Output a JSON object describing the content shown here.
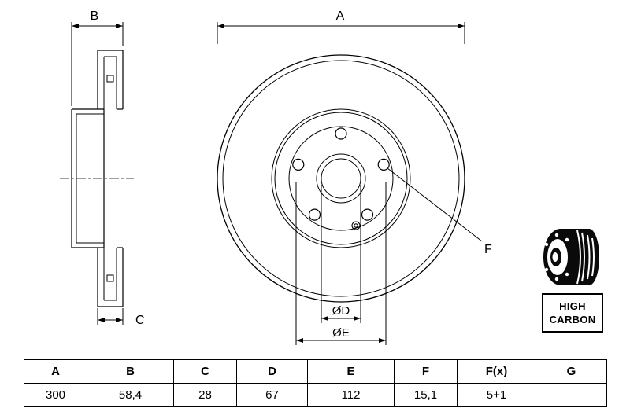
{
  "drawing": {
    "labels": {
      "a": "A",
      "b": "B",
      "c": "C",
      "d": "ØD",
      "e": "ØE",
      "f": "F"
    },
    "badge": {
      "line1": "HIGH",
      "line2": "CARBON"
    }
  },
  "table": {
    "headers": [
      "A",
      "B",
      "C",
      "D",
      "E",
      "F",
      "F(x)",
      "G"
    ],
    "values": [
      "300",
      "58,4",
      "28",
      "67",
      "112",
      "15,1",
      "5+1",
      ""
    ]
  }
}
